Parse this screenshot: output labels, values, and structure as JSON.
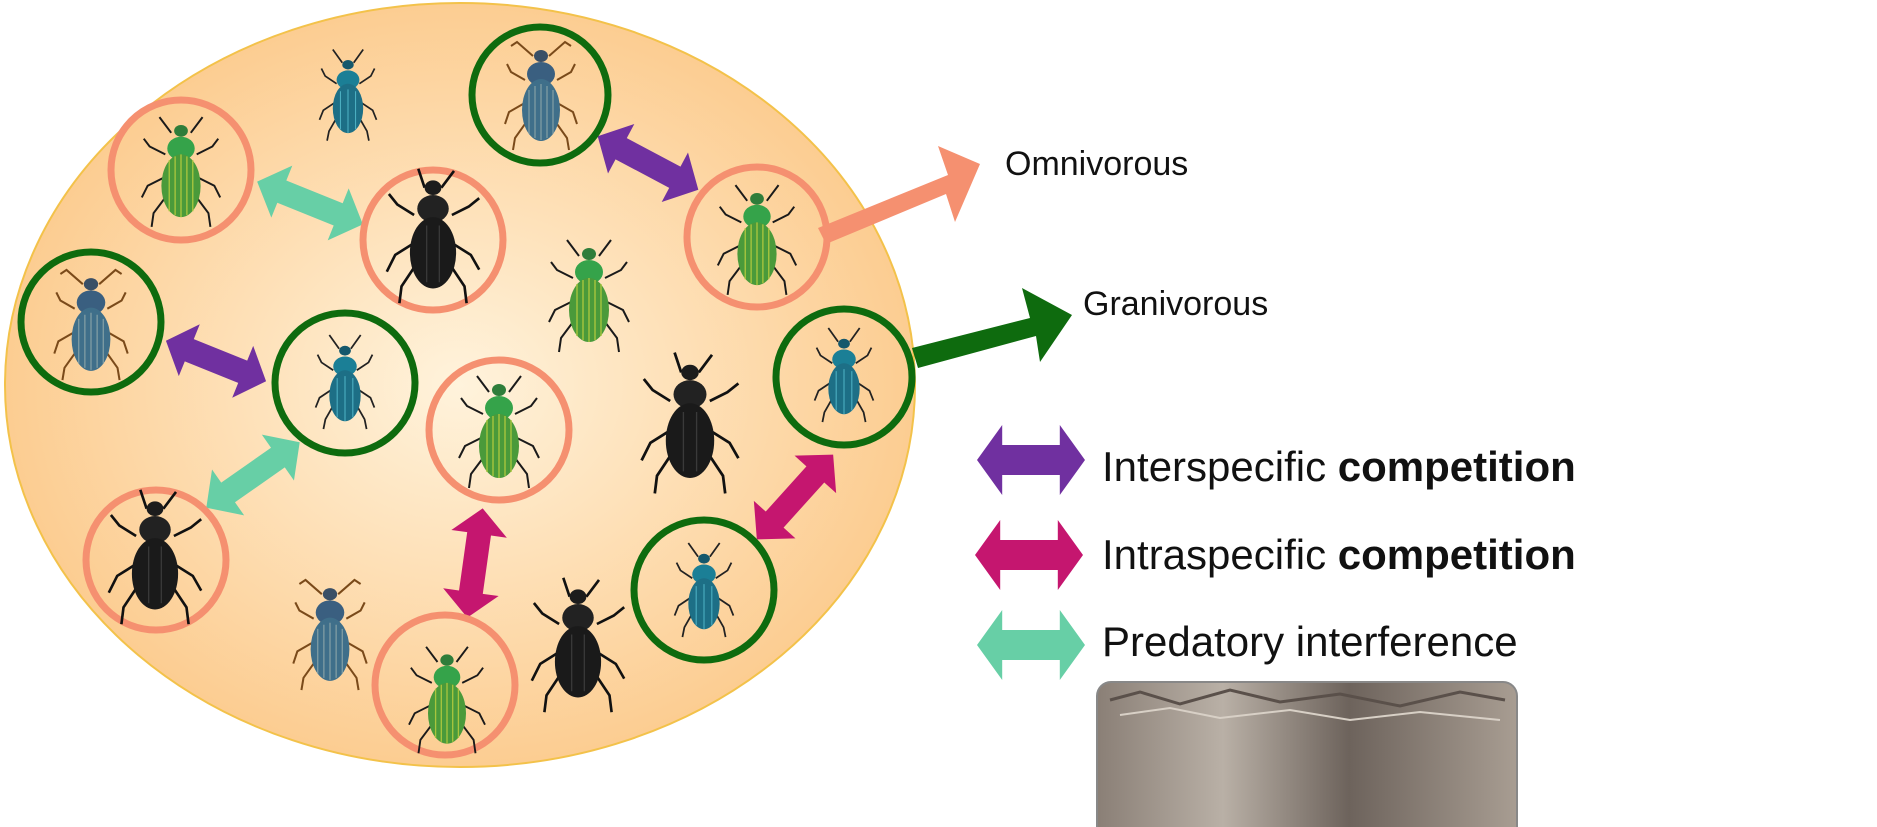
{
  "colors": {
    "habitat_fill_center": "#fff3dc",
    "habitat_fill_edge": "#fcc98a",
    "habitat_border": "#f3c24a",
    "omnivorous": "#f59070",
    "granivorous": "#0e6b0e",
    "interspecific": "#7030a0",
    "intraspecific": "#c5166f",
    "predatory": "#67cfa6",
    "beetle_green": "#3e9b3e",
    "beetle_black": "#1a1a1a",
    "beetle_teal": "#1d6f86",
    "beetle_bronze": "#3f6f8a"
  },
  "trophic_labels": {
    "omnivorous": "Omnivorous",
    "granivorous": "Granivorous"
  },
  "legend": {
    "interspecific": {
      "prefix": "Interspecific ",
      "bold": "competition",
      "icon": "double-arrow"
    },
    "intraspecific": {
      "prefix": "Intraspecific ",
      "bold": "competition",
      "icon": "double-arrow"
    },
    "predatory": {
      "prefix": "Predatory interference",
      "bold": "",
      "icon": "double-arrow"
    }
  },
  "beetles": [
    {
      "id": "b1",
      "kind": "green",
      "ring": "omnivorous"
    },
    {
      "id": "b2",
      "kind": "teal",
      "ring": "none"
    },
    {
      "id": "b3",
      "kind": "bronze",
      "ring": "granivorous"
    },
    {
      "id": "b4",
      "kind": "black",
      "ring": "omnivorous"
    },
    {
      "id": "b5",
      "kind": "green",
      "ring": "omnivorous"
    },
    {
      "id": "b6",
      "kind": "green",
      "ring": "none"
    },
    {
      "id": "b7",
      "kind": "bronze",
      "ring": "granivorous"
    },
    {
      "id": "b8",
      "kind": "teal",
      "ring": "granivorous"
    },
    {
      "id": "b9",
      "kind": "green",
      "ring": "omnivorous"
    },
    {
      "id": "b10",
      "kind": "black",
      "ring": "none"
    },
    {
      "id": "b11",
      "kind": "teal",
      "ring": "granivorous"
    },
    {
      "id": "b12",
      "kind": "black",
      "ring": "omnivorous"
    },
    {
      "id": "b13",
      "kind": "teal",
      "ring": "granivorous"
    },
    {
      "id": "b14",
      "kind": "bronze",
      "ring": "none"
    },
    {
      "id": "b15",
      "kind": "green",
      "ring": "omnivorous"
    },
    {
      "id": "b16",
      "kind": "black",
      "ring": "none"
    }
  ],
  "interactions": [
    {
      "id": "i1",
      "type": "predatory"
    },
    {
      "id": "i2",
      "type": "interspecific"
    },
    {
      "id": "i3",
      "type": "interspecific"
    },
    {
      "id": "i4",
      "type": "predatory"
    },
    {
      "id": "i5",
      "type": "intraspecific"
    },
    {
      "id": "i6",
      "type": "intraspecific"
    }
  ],
  "photo_strip": "ground-photo"
}
